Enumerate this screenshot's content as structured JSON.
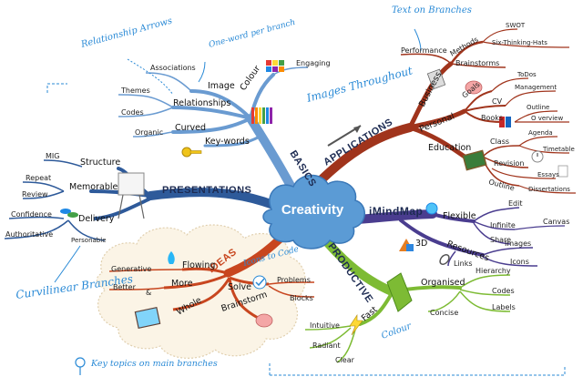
{
  "center": {
    "label": "Creativity",
    "color": "#5b9bd5"
  },
  "branches": {
    "basics": {
      "label": "BASICS",
      "color": "#6a9bd1",
      "sub": {
        "image": "Image",
        "associations": "Associations",
        "relationships": "Relationships",
        "themes": "Themes",
        "codes": "Codes",
        "curved": "Curved",
        "organic": "Organic",
        "colour": "Colour",
        "engaging": "Engaging",
        "keywords": "Key-words"
      }
    },
    "applications": {
      "label": "APPLICATIONS",
      "color": "#a0341c",
      "sub": {
        "business": "Business",
        "performance": "Performance",
        "methods": "Methods",
        "swot": "SWOT",
        "six_hats": "Six-Thinking-Hats",
        "brainstorms": "Brainstorms",
        "personal": "Personal",
        "goals": "Goals",
        "todos": "ToDos",
        "cv": "CV",
        "management": "Management",
        "books": "Books",
        "outline": "Outline",
        "overview": "O verview",
        "education": "Education",
        "class": "Class",
        "agenda": "Agenda",
        "timetable": "Timetable",
        "revision": "Revision",
        "essays": "Essays",
        "outline2": "Outline",
        "dissertations": "Dissertations"
      }
    },
    "presentations": {
      "label": "PRESENTATIONS",
      "color": "#2e5a9a",
      "sub": {
        "structure": "Structure",
        "mig": "MIG",
        "memorable": "Memorable",
        "repeat": "Repeat",
        "review": "Review",
        "delivery": "Delivery",
        "confidence": "Confidence",
        "authoritative": "Authoritative",
        "personable": "Personable"
      }
    },
    "imindmap": {
      "label": "iMindMap",
      "color": "#4a3d8f",
      "sub": {
        "flexible": "Flexible",
        "edit": "Edit",
        "infinite": "Infinite",
        "canvas": "Canvas",
        "share": "Share",
        "resources": "Resources",
        "three_d": "3D",
        "images": "Images",
        "icons": "Icons",
        "links": "Links"
      }
    },
    "ideas": {
      "label": "IDEAS",
      "color": "#c8461f",
      "sub": {
        "flowing": "Flowing",
        "generative": "Generative",
        "more": "More",
        "better": "Better",
        "amp": "&",
        "whole": "Whole",
        "solve": "Solve",
        "problems": "Problems",
        "blocks": "Blocks",
        "brainstorm": "Brainstorm"
      }
    },
    "productive": {
      "label": "PRODUCTIVE",
      "color": "#7dbb34",
      "sub": {
        "organised": "Organised",
        "hierarchy": "Hierarchy",
        "codes": "Codes",
        "labels": "Labels",
        "concise": "Concise",
        "fast": "Fast",
        "intuitive": "Intuitive",
        "radiant": "Radiant",
        "clear": "Clear"
      }
    }
  },
  "annotations": {
    "text_on_branches": "Text on Branches",
    "relationship_arrows": "Relationship Arrows",
    "one_word_per_branch": "One-word per branch",
    "images_throughout": "Images Throughout",
    "icons_to_code": "Icons to Code",
    "curvilinear_branches": "Curvilinear Branches",
    "key_topics": "Key topics on main branches",
    "colour": "Colour"
  }
}
